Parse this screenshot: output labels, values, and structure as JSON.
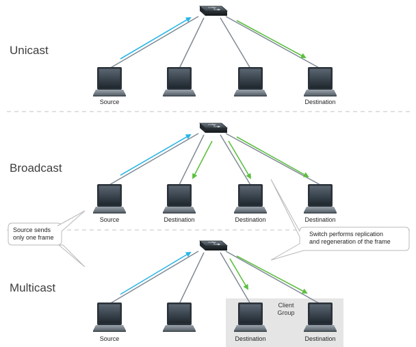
{
  "sections": {
    "unicast": {
      "title": "Unicast",
      "labels": [
        "Source",
        "Destination"
      ]
    },
    "broadcast": {
      "title": "Broadcast",
      "labels": [
        "Source",
        "Destination",
        "Destination",
        "Destination"
      ]
    },
    "multicast": {
      "title": "Multicast",
      "labels": [
        "Source",
        "Destination",
        "Destination"
      ]
    }
  },
  "callouts": {
    "source": {
      "line1": "Source sends",
      "line2": "only one frame"
    },
    "switch": {
      "line1": "Switch performs replication",
      "line2": "and regeneration of the frame"
    }
  },
  "client_group": {
    "line1": "Client",
    "line2": "Group"
  },
  "colors": {
    "source_arrow": "#29b6e6",
    "dest_arrow": "#5cbf3f",
    "link": "#7f8a94",
    "divider": "#cfcfcf"
  }
}
